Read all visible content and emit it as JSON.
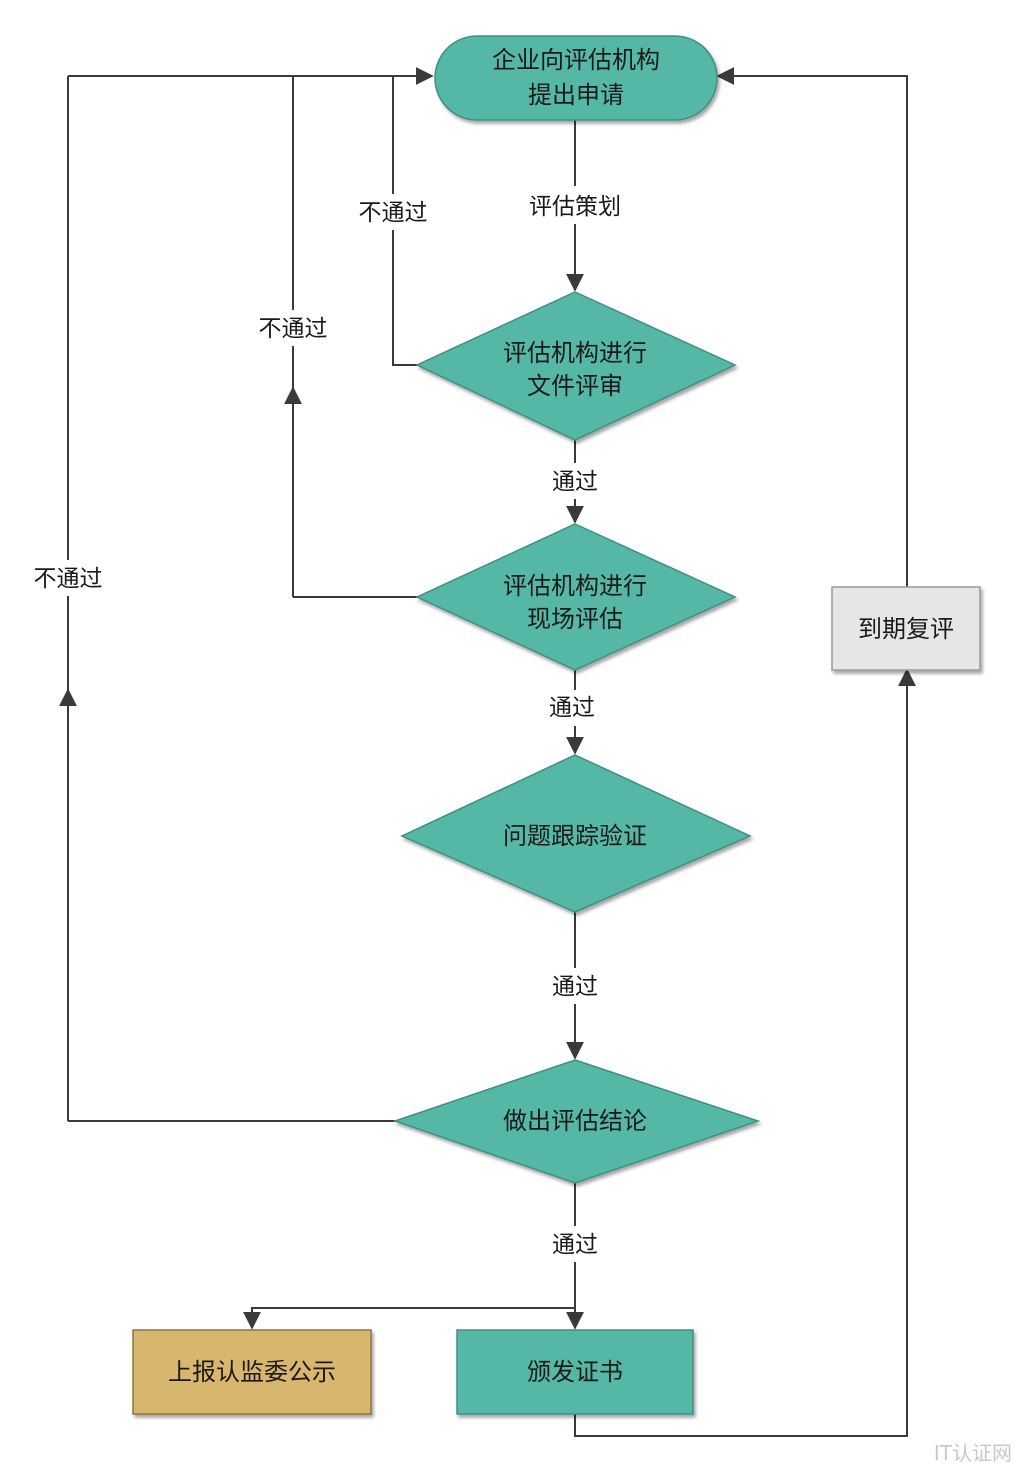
{
  "nodes": {
    "apply_line1": "企业向评估机构",
    "apply_line2": "提出申请",
    "doc_review_line1": "评估机构进行",
    "doc_review_line2": "文件评审",
    "onsite_line1": "评估机构进行",
    "onsite_line2": "现场评估",
    "tracking": "问题跟踪验证",
    "conclusion": "做出评估结论",
    "report": "上报认监委公示",
    "certificate": "颁发证书",
    "renewal": "到期复评"
  },
  "edges": {
    "planning": "评估策划",
    "pass_1": "通过",
    "pass_2": "通过",
    "pass_3": "通过",
    "pass_4": "通过",
    "fail_1": "不通过",
    "fail_2": "不通过",
    "fail_3": "不通过"
  },
  "colors": {
    "teal": "#55b8a7",
    "report_fill": "#d9b66e",
    "renewal_fill": "#e6e6e6",
    "line": "#3a3a3a"
  },
  "watermark": "IT认证网"
}
